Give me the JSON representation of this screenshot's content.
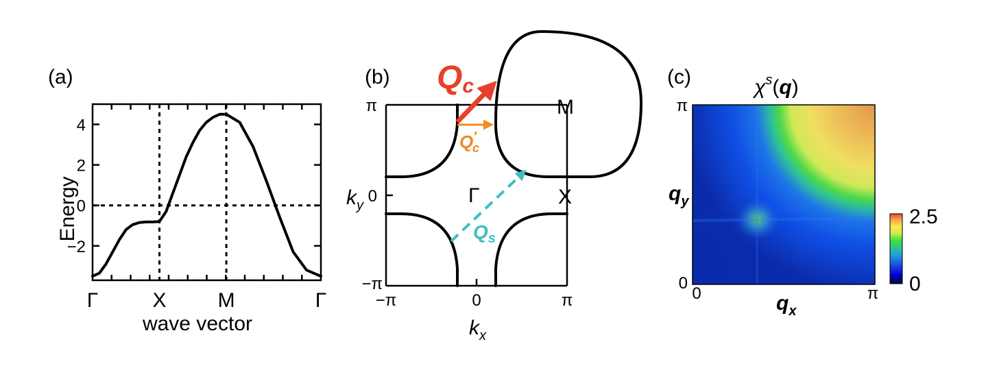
{
  "panels": {
    "a": {
      "label": "(a)"
    },
    "b": {
      "label": "(b)"
    },
    "c": {
      "label": "(c)"
    }
  },
  "chart_data": [
    {
      "type": "line",
      "panel": "a",
      "xlabel": "wave vector",
      "ylabel": "Energy",
      "ylim": [
        -3.7,
        5
      ],
      "yticks": [
        -2,
        0,
        2,
        4
      ],
      "yticklabels": [
        "−2",
        "0",
        "2",
        "4"
      ],
      "xticklabels": [
        "Γ",
        "X",
        "M",
        "Γ"
      ],
      "x": [
        0,
        1,
        2,
        3.414
      ],
      "series": [
        {
          "x": [
            0,
            0.1,
            0.2,
            0.3,
            0.4,
            0.5,
            0.6,
            0.7,
            0.8,
            0.9,
            1.0,
            1.1,
            1.2,
            1.3,
            1.4,
            1.5,
            1.6,
            1.7,
            1.8,
            1.9,
            2.0,
            2.2,
            2.4,
            2.6,
            2.8,
            3.0,
            3.2,
            3.414
          ],
          "values": [
            -3.5,
            -3.35,
            -2.9,
            -2.3,
            -1.7,
            -1.2,
            -0.95,
            -0.85,
            -0.82,
            -0.82,
            -0.8,
            -0.3,
            0.6,
            1.5,
            2.4,
            3.1,
            3.7,
            4.1,
            4.35,
            4.5,
            4.5,
            4.1,
            2.9,
            1.2,
            -0.6,
            -2.3,
            -3.2,
            -3.5
          ]
        }
      ],
      "vlines": [
        1,
        2
      ],
      "hline": 0
    },
    {
      "type": "line",
      "panel": "b",
      "xlabel": "k_x",
      "ylabel": "k_y",
      "xticklabels": [
        "−π",
        "0",
        "π"
      ],
      "yticklabels": [
        "−π",
        "0",
        "π"
      ],
      "points": {
        "gamma": "Γ",
        "x": "X",
        "m": "M"
      },
      "arrows": [
        {
          "label": "Q_c",
          "sub": "c",
          "main": "Q",
          "color": "#e8402a"
        },
        {
          "label": "Q'_c",
          "sub": "c",
          "main": "Q",
          "prime": "′",
          "color": "#f08a24"
        },
        {
          "label": "Q_s",
          "sub": "s",
          "main": "Q",
          "color": "#3dbfbf"
        }
      ]
    },
    {
      "type": "heatmap",
      "panel": "c",
      "title_main": "χ",
      "title_sup": "s",
      "title_rest": "(q)",
      "xlabel": "q_x",
      "ylabel": "q_y",
      "xticklabels": [
        "0",
        "π"
      ],
      "yticklabels": [
        "0",
        "π"
      ],
      "colorbar": {
        "min": 0,
        "max": 2.5,
        "ticklabels": [
          "0",
          "2.5"
        ]
      },
      "colors": [
        "#0b0b2e",
        "#0000cc",
        "#1e5fe6",
        "#27a0e0",
        "#2ec87e",
        "#3ee041",
        "#c8f048",
        "#ffe44d",
        "#f4a548",
        "#e8442a"
      ]
    }
  ]
}
